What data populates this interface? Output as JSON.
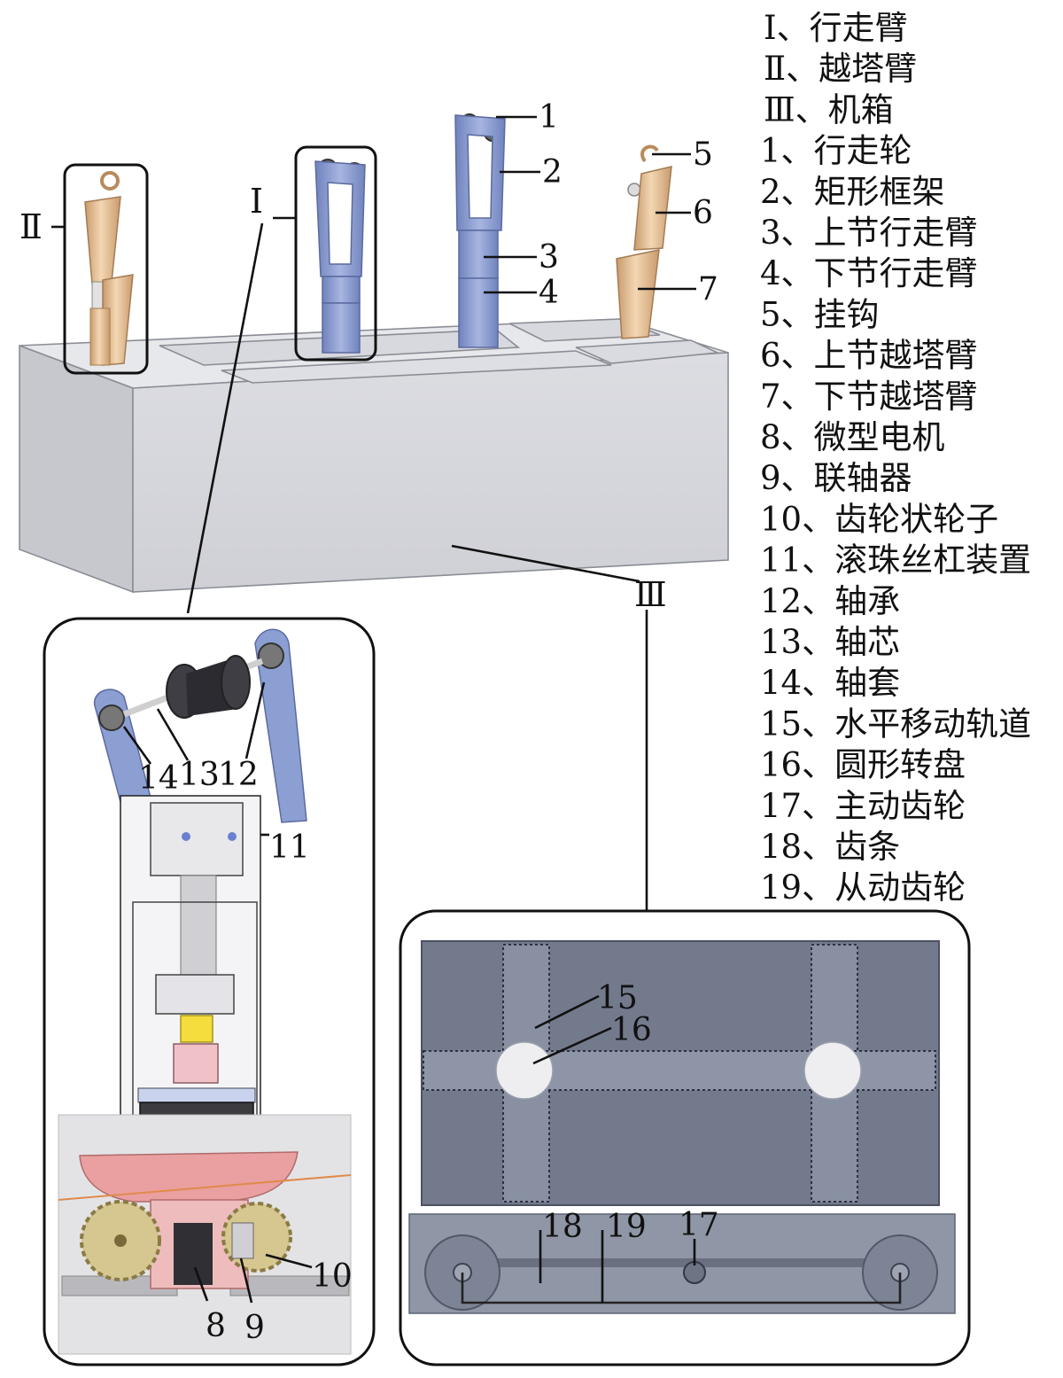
{
  "legend": [
    "Ⅰ、行走臂",
    "Ⅱ、越塔臂",
    "Ⅲ、机箱",
    "1、行走轮",
    "2、矩形框架",
    "3、上节行走臂",
    "4、下节行走臂",
    "5、挂钩",
    "6、上节越塔臂",
    "7、下节越塔臂",
    "8、微型电机",
    "9、联轴器",
    "10、齿轮状轮子",
    "11、滚珠丝杠装置",
    "12、轴承",
    "13、轴芯",
    "14、轴套",
    "15、水平移动轨道",
    "16、圆形转盘",
    "17、主动齿轮",
    "18、齿条",
    "19、从动齿轮"
  ],
  "callouts": {
    "roman_1": "Ⅰ",
    "roman_2": "Ⅱ",
    "roman_3": "Ⅲ",
    "n1": "1",
    "n2": "2",
    "n3": "3",
    "n4": "4",
    "n5": "5",
    "n6": "6",
    "n7": "7",
    "n8": "8",
    "n9": "9",
    "n10": "10",
    "n11": "11",
    "n12": "12",
    "n13": "13",
    "n14": "14",
    "n15": "15",
    "n16": "16",
    "n17": "17",
    "n18": "18",
    "n19": "19"
  },
  "colors": {
    "arm_blue": "#8c9fd3",
    "tower_arm": "#e8c09a",
    "box_front": "#d4d5da",
    "box_top": "#e6e7eb",
    "panel_dark": "#737a8c",
    "motor_yellow": "#f4dd3c",
    "gear_tan": "#d6c690",
    "pink": "#eaa0a0"
  }
}
